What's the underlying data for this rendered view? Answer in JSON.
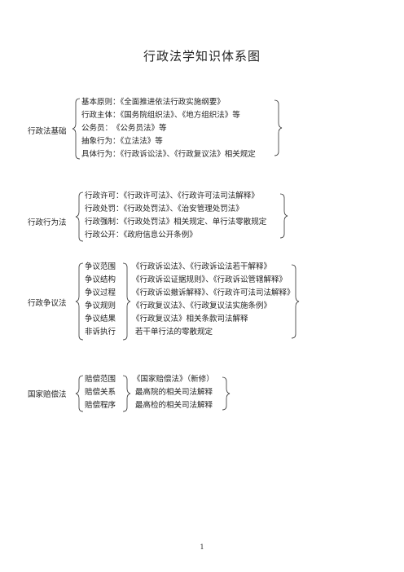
{
  "title": "行政法学知识体系图",
  "page_number": "1",
  "section1": {
    "label": "行政法基础",
    "items": [
      "基本原则：《全面推进依法行政实施纲要》",
      "行政主体：《国务院组织法》、《地方组织法》等",
      "公务员：　《公务员法》等",
      "抽象行为：《立法法》等",
      "具体行为：《行政诉讼法》、《行政复议法》相关规定"
    ]
  },
  "section2": {
    "label": "行政行为法",
    "items": [
      "行政许可：《行政许可法》、《行政许可法司法解释》",
      "行政处罚：《行政处罚法》、《治安管理处罚法》",
      "行政强制：《行政处罚法》相关规定、单行法零散规定",
      "行政公开：《政府信息公开条例》"
    ]
  },
  "section3": {
    "label": "行政争议法",
    "left": [
      "争议范围",
      "争议结构",
      "争议过程",
      "争议规则",
      "争议结果",
      "非诉执行"
    ],
    "right": [
      "《行政诉讼法》、《行政诉讼法若干解释》",
      "《行政诉讼证据规则》、《行政诉讼管辖解释》",
      "《行政诉讼撤诉解释》、《行政许可法司法解释》",
      "《行政复议法》、《行政复议法实施条例》",
      "《行政复议法》相关条款司法解释",
      "若干单行法的零散规定"
    ]
  },
  "section4": {
    "label": "国家赔偿法",
    "left": [
      "赔偿范围",
      "赔偿关系",
      "赔偿程序"
    ],
    "right": [
      "《国家赔偿法》（新修）",
      "最高院的相关司法解释",
      "最高检的相关司法解释"
    ]
  }
}
